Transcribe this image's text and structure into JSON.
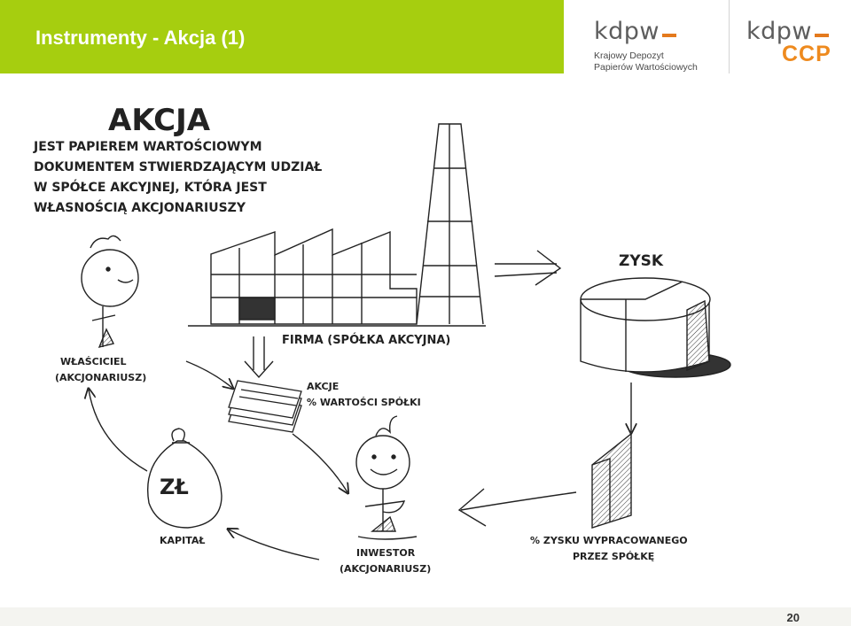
{
  "header": {
    "title": "Instrumenty - Akcja (1)",
    "accent_color": "#a6ce0f"
  },
  "logos": {
    "kdpw": {
      "mark": "kdpw",
      "line1": "Krajowy Depozyt",
      "line2": "Papierów Wartościowych"
    },
    "kdpw_ccp": {
      "mark": "kdpw",
      "suffix": "CCP",
      "suffix_color": "#ee8a1e"
    }
  },
  "diagram": {
    "heading": "AKCJA",
    "definition": [
      "JEST PAPIEREM WARTOŚCIOWYM",
      "DOKUMENTEM STWIERDZAJĄCYM UDZIAŁ",
      "W SPÓŁCE AKCYJNEJ, KTÓRA JEST",
      "WŁASNOŚCIĄ AKCJONARIUSZY"
    ],
    "firma_label": "FIRMA (SPÓŁKA AKCYJNA)",
    "zysk_label": "ZYSK",
    "owner_label": [
      "WŁAŚCICIEL",
      "(AKCJONARIUSZ)"
    ],
    "shares_label": [
      "AKCJE",
      "% WARTOŚCI SPÓŁKI"
    ],
    "capital_sign": "ZŁ",
    "capital_label": "KAPITAŁ",
    "investor_label": [
      "INWESTOR",
      "(AKCJONARIUSZ)"
    ],
    "profit_share_label": [
      "% ZYSKU WYPRACOWANEGO",
      "PRZEZ SPÓŁKĘ"
    ]
  },
  "footer": {
    "page_number": "20"
  }
}
